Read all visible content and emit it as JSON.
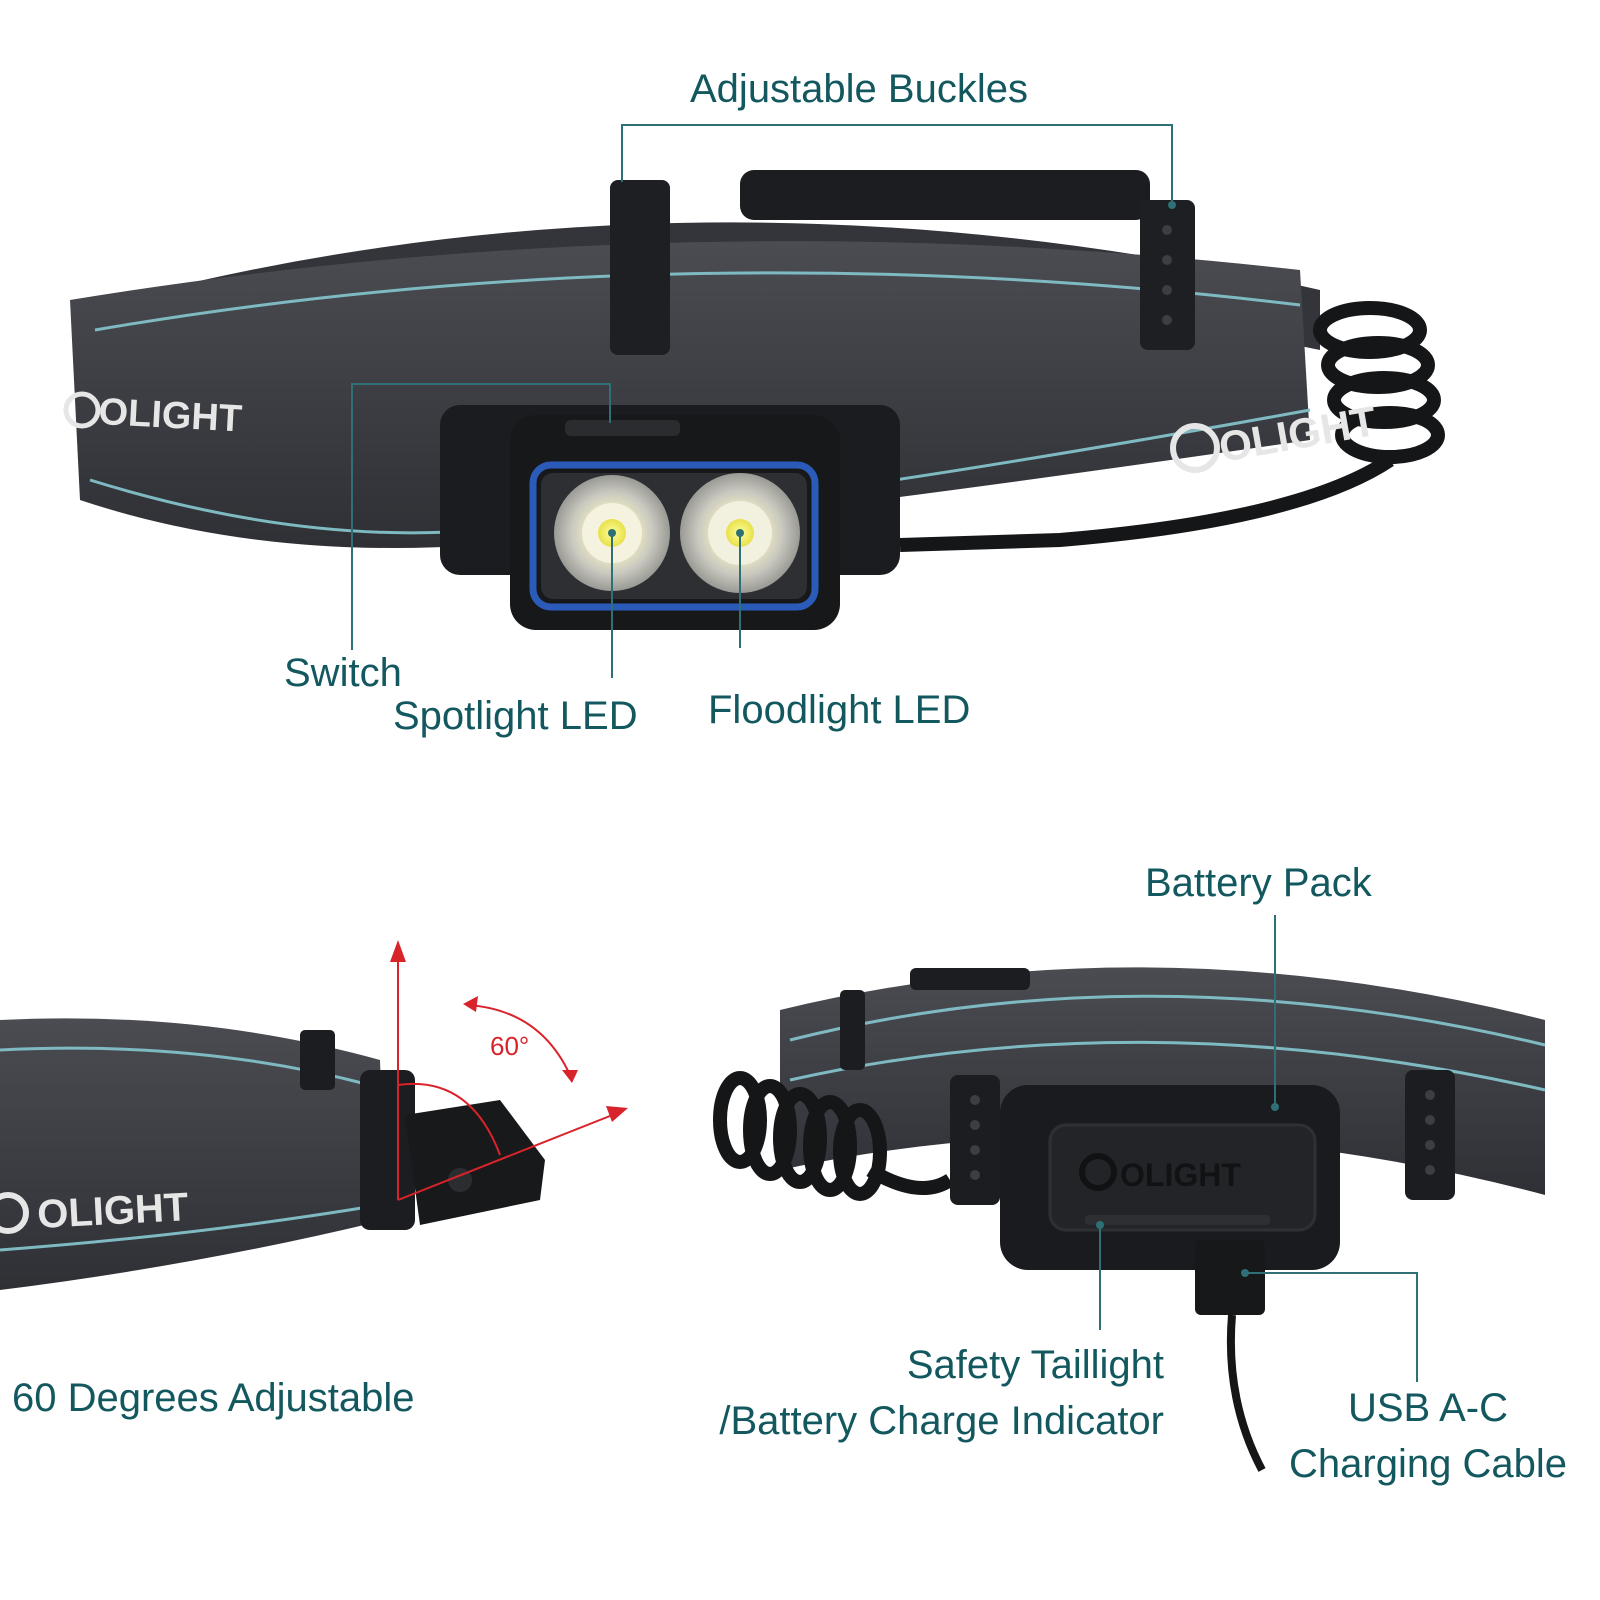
{
  "labels": {
    "adjustable_buckles": "Adjustable Buckles",
    "switch": "Switch",
    "spotlight_led": "Spotlight LED",
    "floodlight_led": "Floodlight LED",
    "sixty_degrees": "60 Degrees Adjustable",
    "battery_pack": "Battery Pack",
    "safety_taillight_line1": "Safety Taillight",
    "safety_taillight_line2": "/Battery Charge Indicator",
    "usb_line1": "USB A-C",
    "usb_line2": "Charging Cable"
  },
  "angle_label": "60°",
  "brand": "OLIGHT",
  "colors": {
    "label_text": "#13585f",
    "leader_line": "#2e7076",
    "strap": "#3a3c42",
    "strap_stripe": "#7fb9c2",
    "housing": "#1b1c1f",
    "lens_ring": "#2b5bb8",
    "angle_arrow": "#d9232a"
  }
}
